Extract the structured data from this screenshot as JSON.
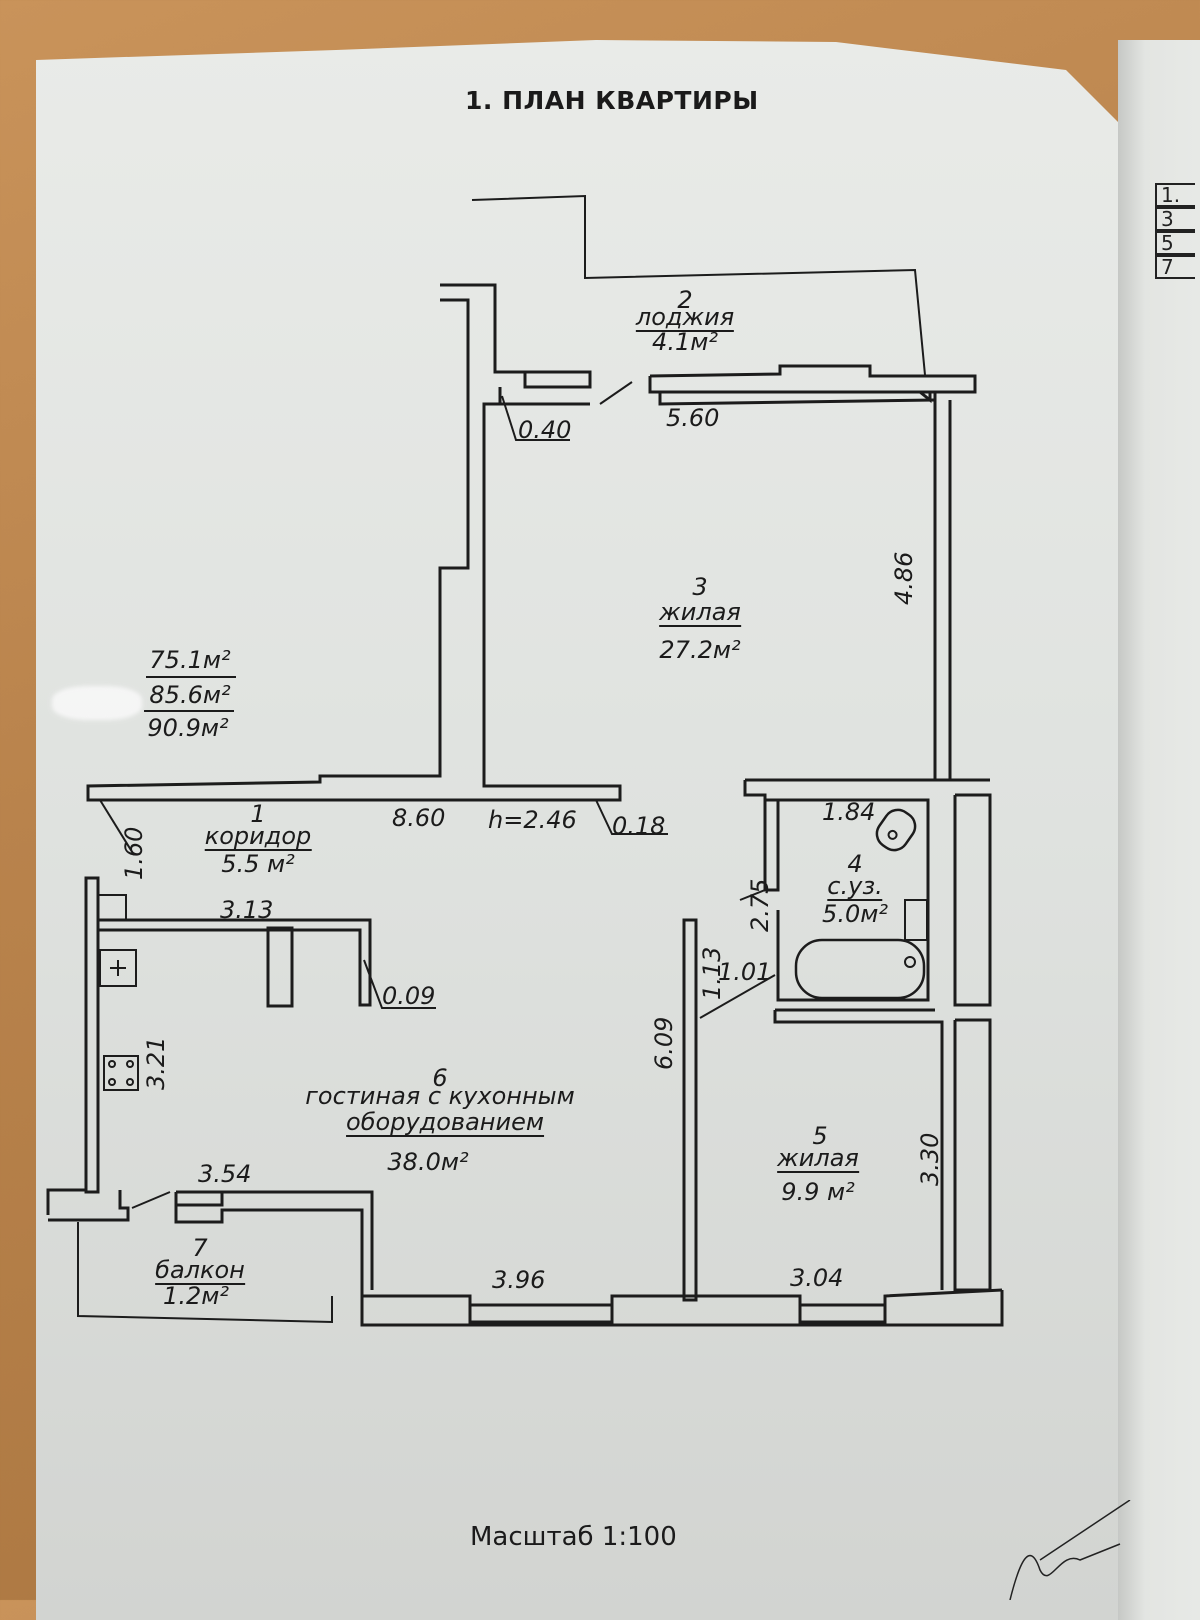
{
  "document": {
    "title": "1. ПЛАН КВАРТИРЫ",
    "scale": "Масштаб 1:100",
    "ceiling_height": "h=2.46"
  },
  "area_summary": {
    "living_area": "75.1м²",
    "total_area": "85.6м²",
    "total_with_balconies": "90.9м²"
  },
  "rooms": [
    {
      "number": "1",
      "name": "коридор",
      "area": "5.5 м²"
    },
    {
      "number": "2",
      "name": "лоджия",
      "area": "4.1м²"
    },
    {
      "number": "3",
      "name": "жилая",
      "area": "27.2м²"
    },
    {
      "number": "4",
      "name": "с.уз.",
      "area": "5.0м²"
    },
    {
      "number": "5",
      "name": "жилая",
      "area": "9.9 м²"
    },
    {
      "number": "6",
      "name_line1": "гостиная с кухонным",
      "name_line2": "оборудованием",
      "area": "38.0м²"
    },
    {
      "number": "7",
      "name": "балкон",
      "area": "1.2м²"
    }
  ],
  "dimensions": {
    "loggia_door": "0.40",
    "room3_width": "5.60",
    "room3_depth": "4.86",
    "corridor_length": "8.60",
    "corridor_niche": "0.18",
    "corridor_width": "1.60",
    "kitchen_width": "3.13",
    "kitchen_niche": "0.09",
    "kitchen_depth": "3.21",
    "living_depth": "6.09",
    "hall_niche_a": "1.13",
    "hall_niche_b": "1.01",
    "bath_depth": "2.75",
    "bath_width": "1.84",
    "balcony_wall": "3.54",
    "living_window_wall": "3.96",
    "room5_width": "3.04",
    "room5_depth": "3.30"
  },
  "side_page": {
    "index_items": [
      "1.",
      "3",
      "5",
      "7"
    ]
  }
}
